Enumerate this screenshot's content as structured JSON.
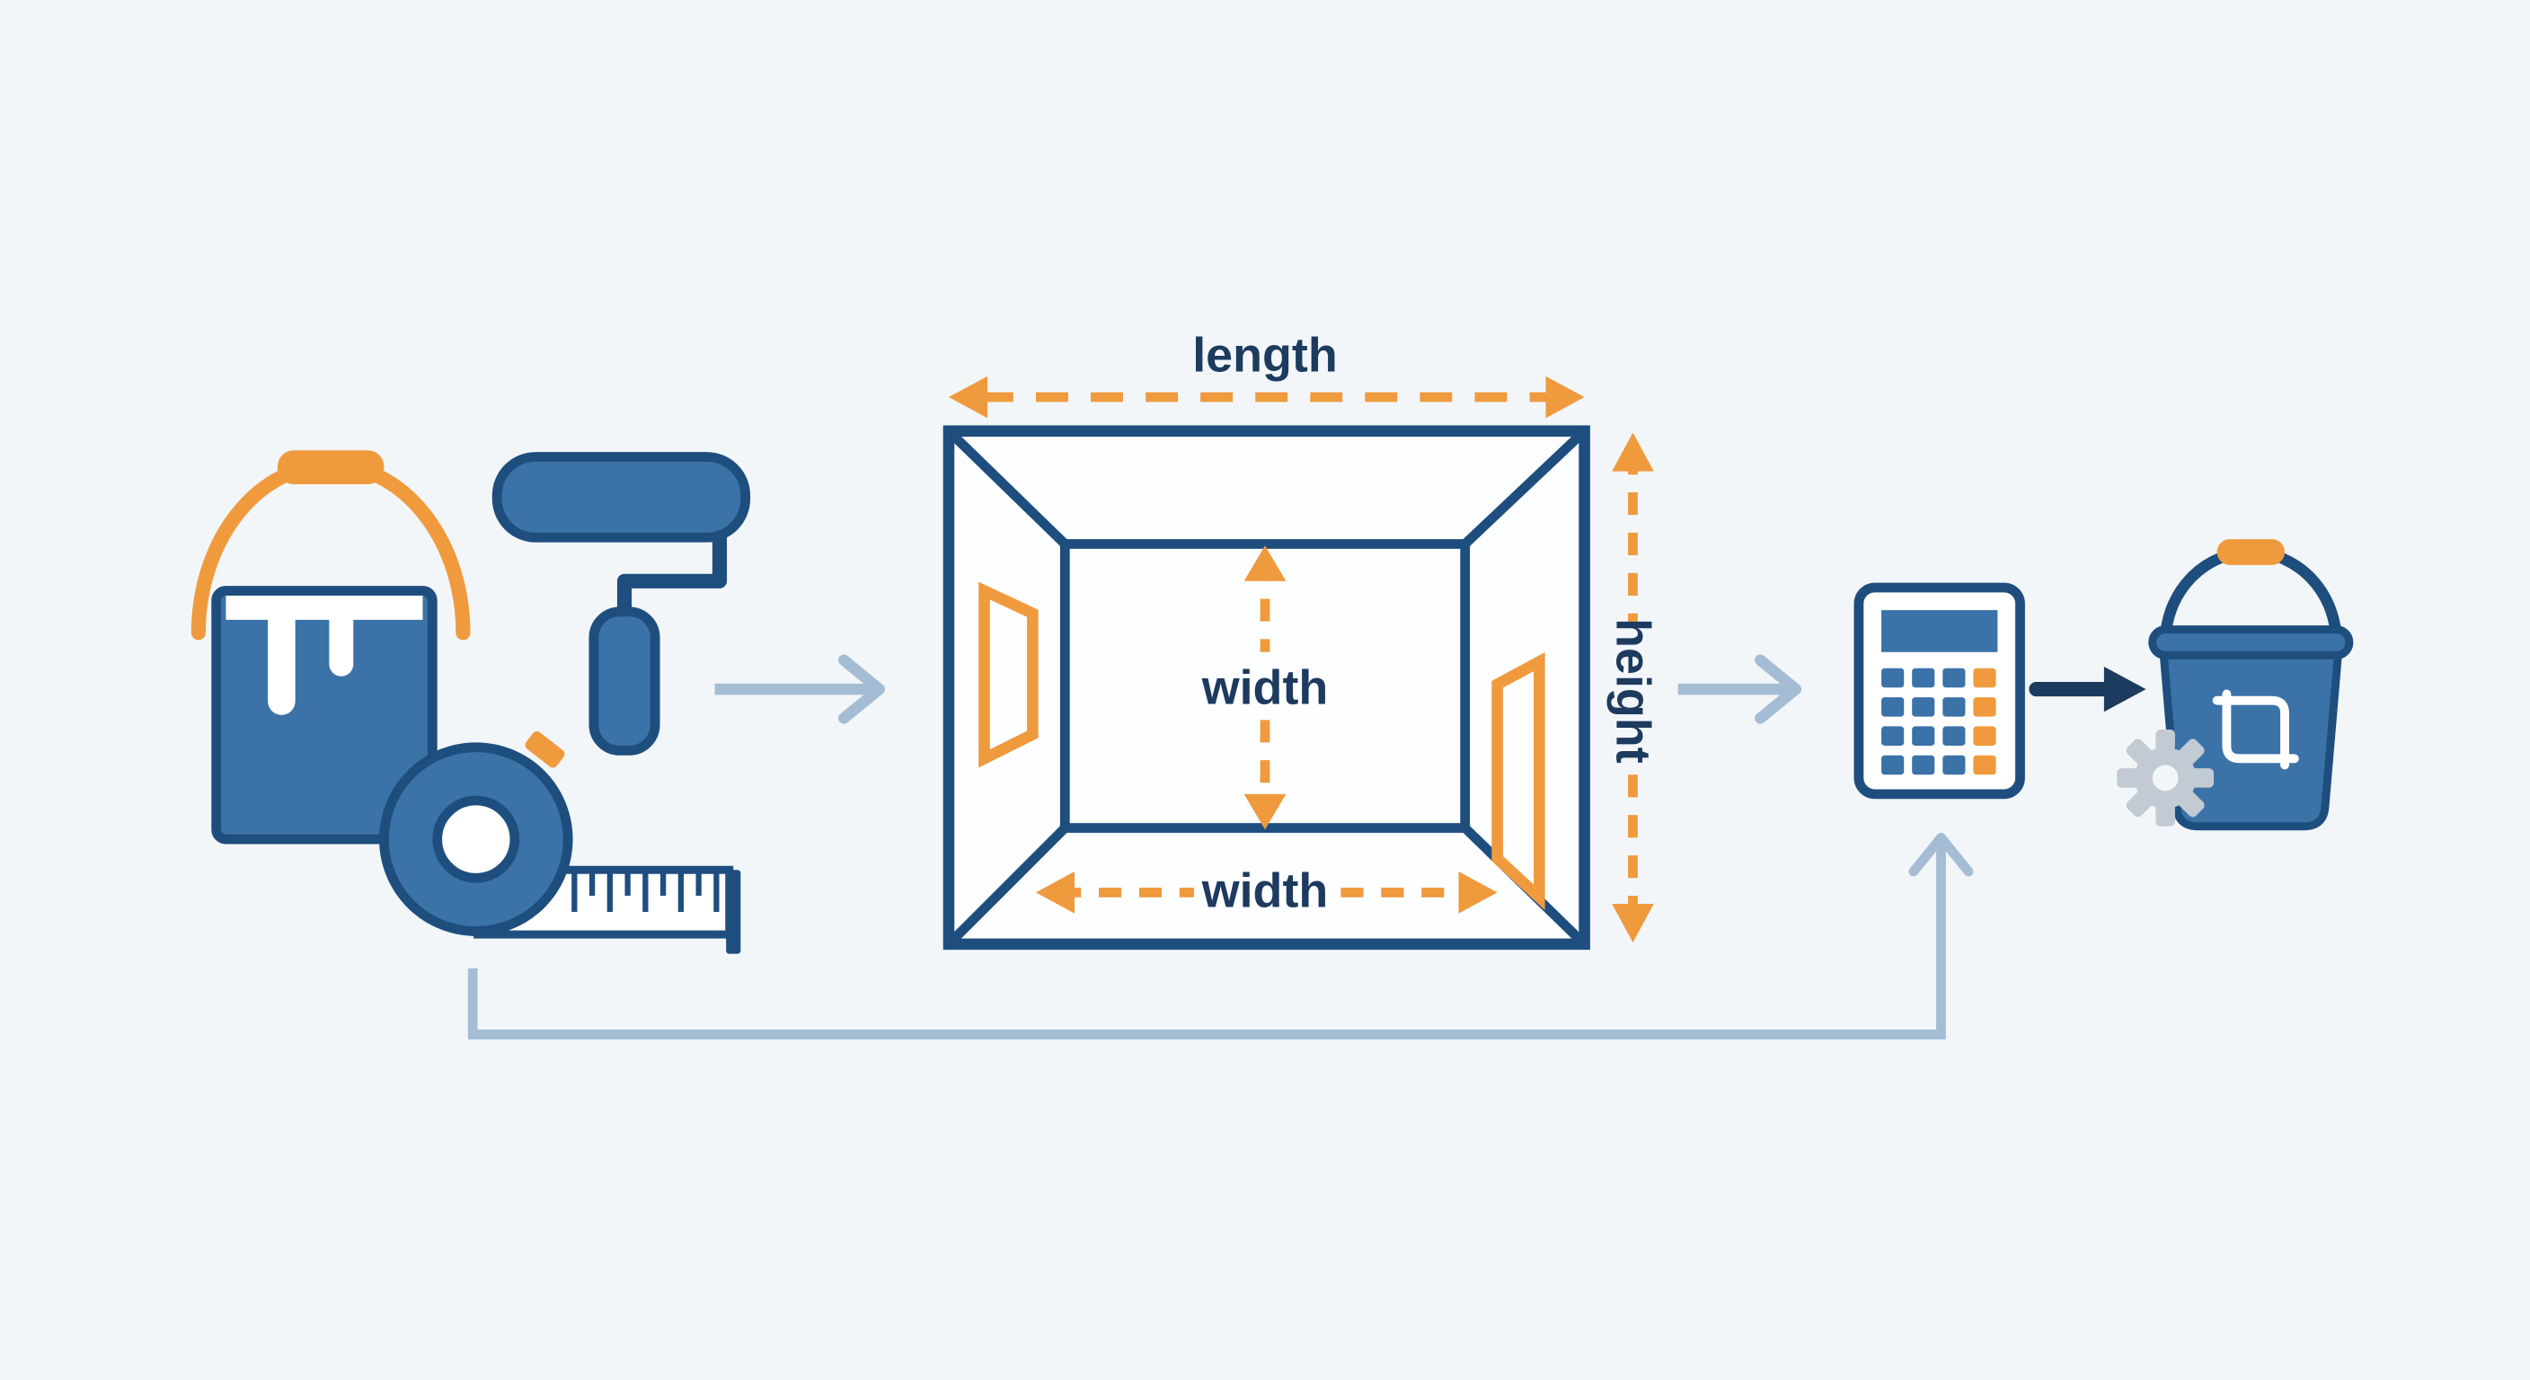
{
  "labels": {
    "length": "length",
    "width_center": "width",
    "width_bottom": "width",
    "height": "height"
  },
  "colors": {
    "background": "#f2f6f9",
    "room_fill": "#fcfeff",
    "white": "#ffffff",
    "blue": "#3b72a8",
    "dark_blue": "#1e4e7e",
    "navy_text": "#1d3a5f",
    "orange": "#f09a3e",
    "light_arrow": "#a5bdd4",
    "gear_gray": "#c2cbd4"
  },
  "icons": [
    "paint-bucket-icon",
    "paint-roller-icon",
    "tape-measure-icon",
    "room-dimension-diagram",
    "calculator-icon",
    "result-paint-bucket-icon",
    "gear-icon",
    "crop-icon",
    "flow-arrow-icon",
    "feedback-arrow-icon"
  ]
}
